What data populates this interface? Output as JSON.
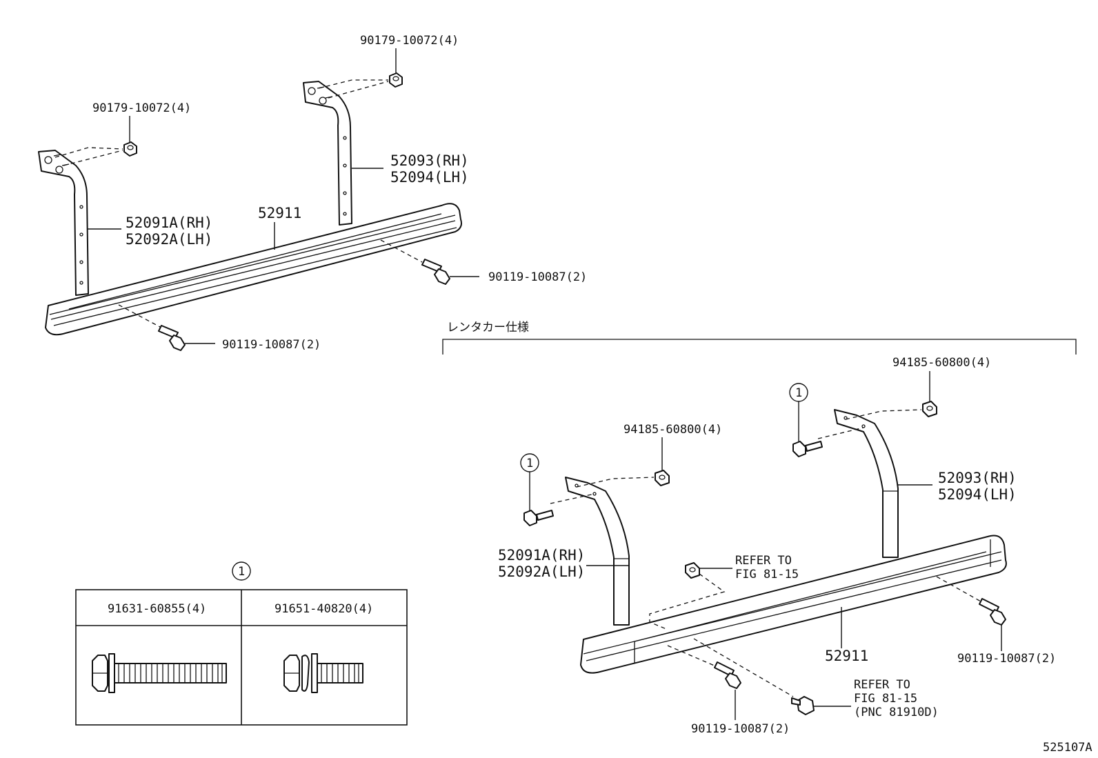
{
  "labels": {
    "ul_nut_left": "90179-10072(4)",
    "ul_nut_right": "90179-10072(4)",
    "ul_bracket_rear_rh": "52093(RH)",
    "ul_bracket_rear_lh": "52094(LH)",
    "ul_bracket_front_rh": "52091A(RH)",
    "ul_bracket_front_lh": "52092A(LH)",
    "ul_step": "52911",
    "ul_bolt_right": "90119-10087(2)",
    "ul_bolt_front": "90119-10087(2)",
    "rental_spec": "レンタカー仕様",
    "r_nut_right": "94185-60800(4)",
    "r_nut_left": "94185-60800(4)",
    "r_circle_1a": "1",
    "r_circle_1b": "1",
    "r_bracket_rear_rh": "52093(RH)",
    "r_bracket_rear_lh": "52094(LH)",
    "r_bracket_front_rh": "52091A(RH)",
    "r_bracket_front_lh": "52092A(LH)",
    "r_refer_1": "REFER TO",
    "r_refer_1b": "FIG 81-15",
    "r_step": "52911",
    "r_bolt_right": "90119-10087(2)",
    "r_refer_2": "REFER TO",
    "r_refer_2b": "FIG 81-15",
    "r_refer_2c": "(PNC 81910D)",
    "r_bolt_front": "90119-10087(2)",
    "set_circle": "1",
    "set_col1": "91631-60855(4)",
    "set_col2": "91651-40820(4)",
    "figure_id": "525107A"
  }
}
